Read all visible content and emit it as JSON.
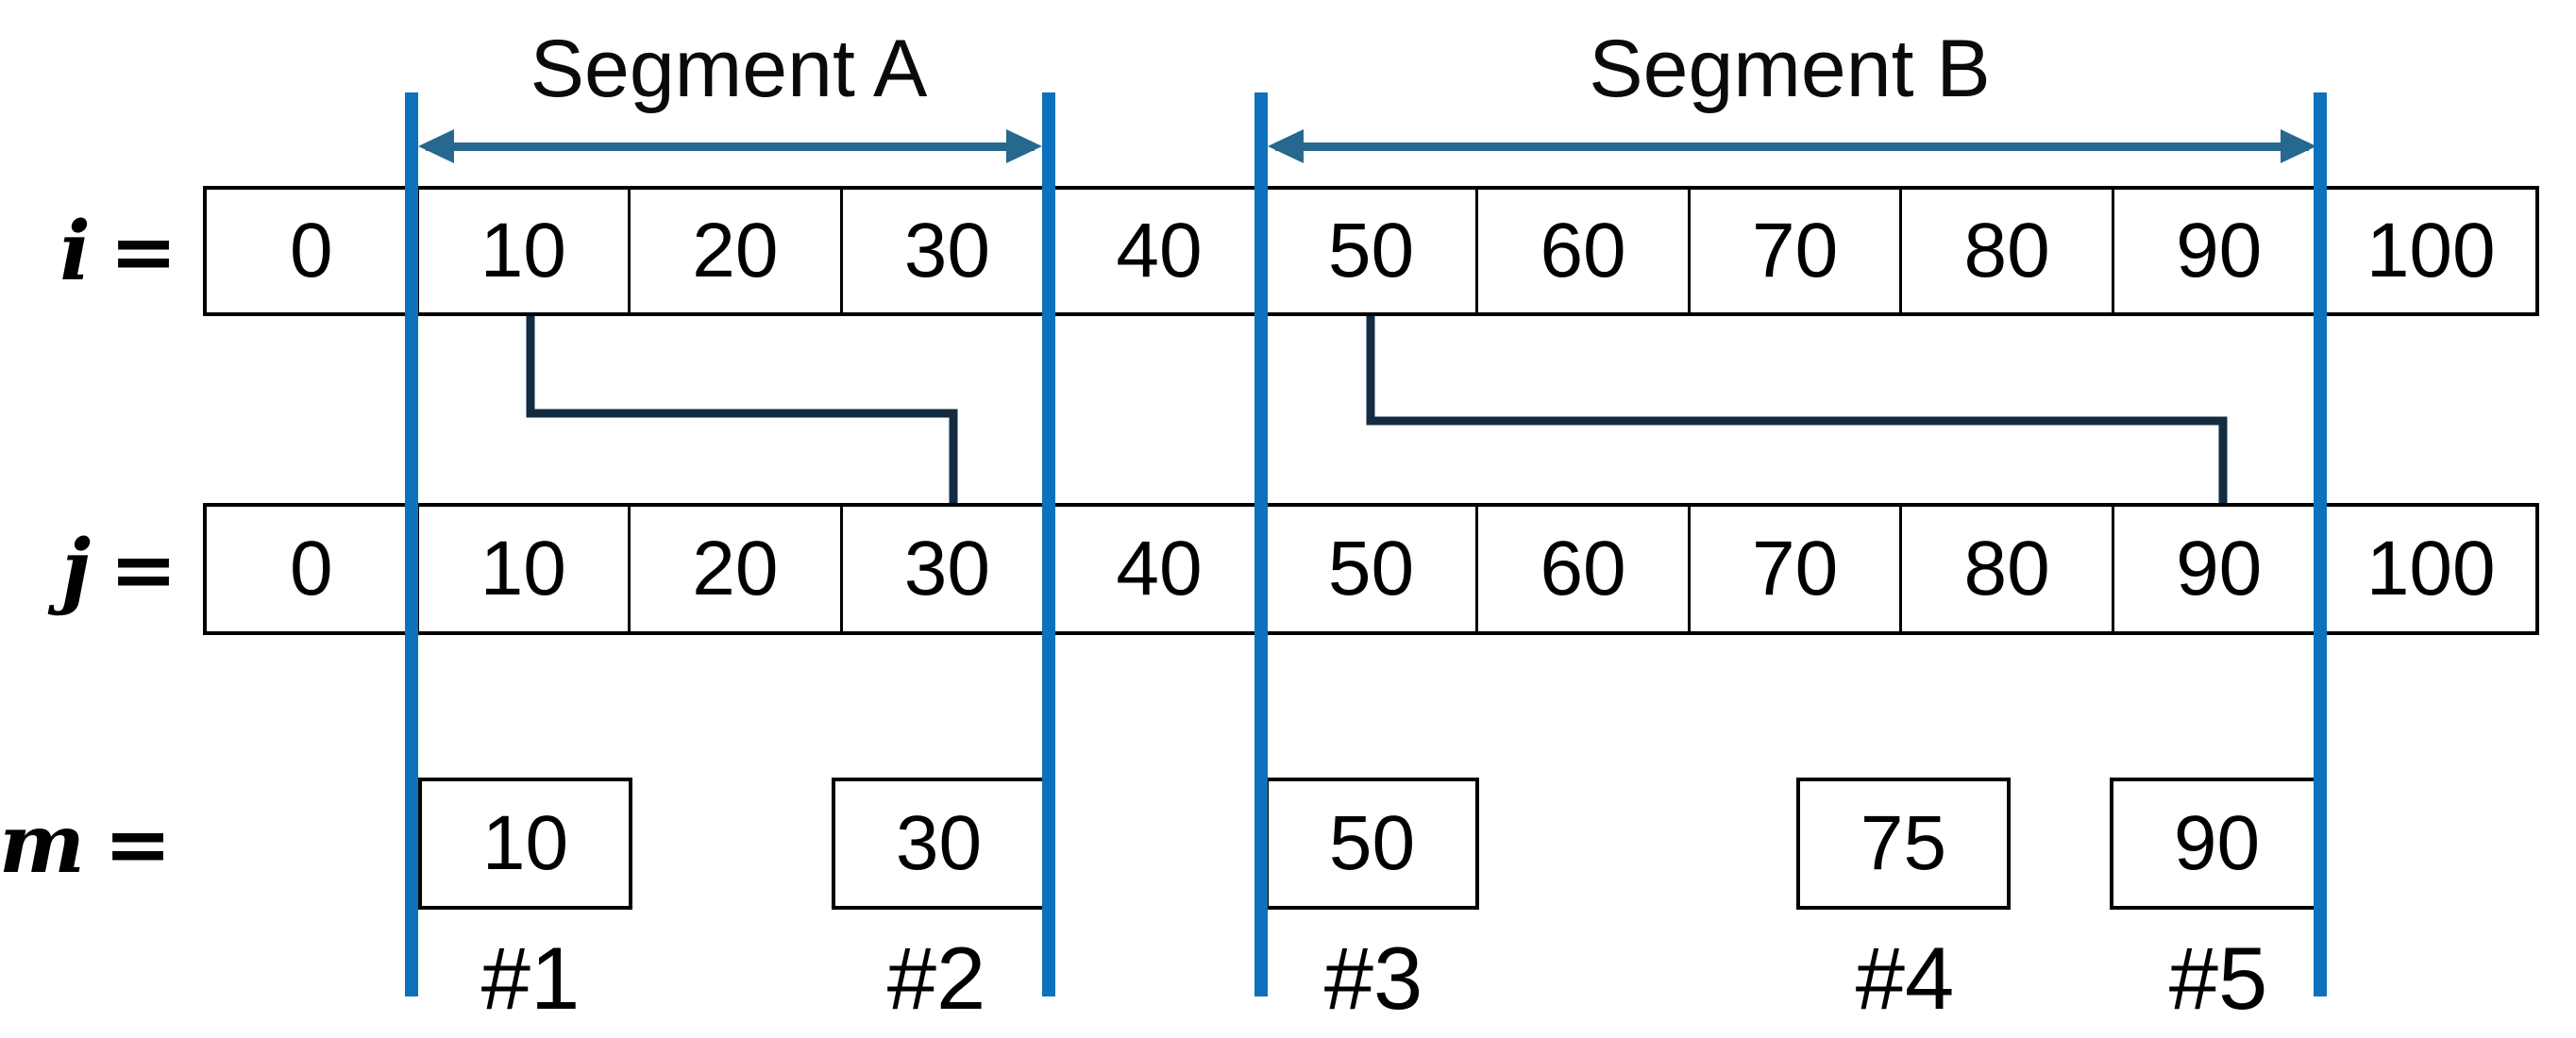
{
  "segments": {
    "a_label": "Segment A",
    "b_label": "Segment B"
  },
  "rows": {
    "i": {
      "var": "i",
      "eq": "=",
      "values": [
        "0",
        "10",
        "20",
        "30",
        "40",
        "50",
        "60",
        "70",
        "80",
        "90",
        "100"
      ]
    },
    "j": {
      "var": "j",
      "eq": "=",
      "values": [
        "0",
        "10",
        "20",
        "30",
        "40",
        "50",
        "60",
        "70",
        "80",
        "90",
        "100"
      ]
    },
    "m": {
      "var": "m",
      "eq": "=",
      "values": [
        "10",
        "30",
        "50",
        "75",
        "90"
      ],
      "tags": [
        "#1",
        "#2",
        "#3",
        "#4",
        "#5"
      ]
    }
  },
  "connectors": [
    {
      "from_row": "i",
      "from_value": "10",
      "to_row": "j",
      "to_value": "30"
    },
    {
      "from_row": "i",
      "from_value": "50",
      "to_row": "j",
      "to_value": "90"
    }
  ],
  "divider_lines": {
    "count": 4,
    "at_boundaries": [
      "0|10",
      "30|40",
      "40|50",
      "90|100"
    ]
  },
  "colors": {
    "divider_blue": "#0d72bd",
    "arrow_blue": "#26688e",
    "connector_navy": "#132c42",
    "border_black": "#000000"
  }
}
